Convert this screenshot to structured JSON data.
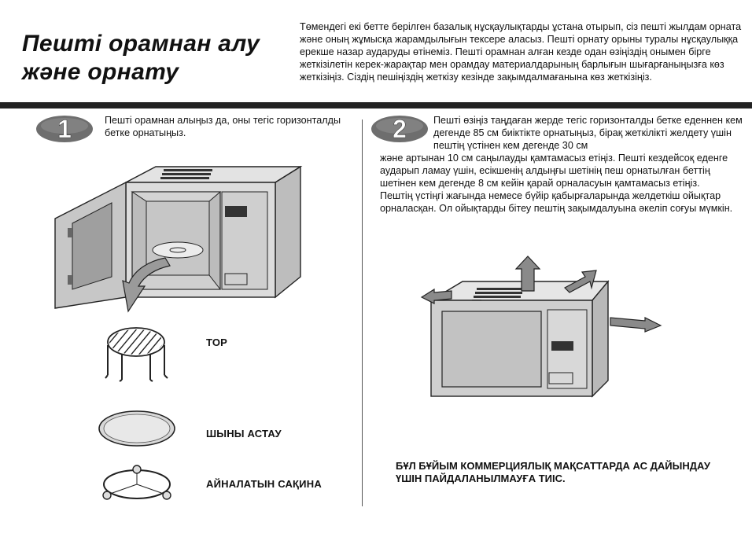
{
  "header": {
    "title_line1": "Пешті орамнан алу",
    "title_line2": "және орнату",
    "intro": "Төмендегі екі бетте берілген базалық нұсқаулықтарды ұстана отырып, сіз пешті жылдам орната және оның жұмысқа жарамдылығын тексере аласыз. Пешті орнату орыны туралы нұсқаулыққа ерекше назар аударуды өтінеміз. Пешті орамнан алған кезде одан өзіңіздің онымен бірге жеткізілетін керек-жарақтар мен орамдау материалдарының барлығын шығарғаныңызға көз жеткізіңіз. Сіздің пешіңіздің жеткізу кезінде зақымдалмағанына көз жеткізіңіз."
  },
  "step1": {
    "number": "1",
    "text": "Пешті орамнан алыңыз да, оны тегіс горизонталды бетке орнатыңыз.",
    "parts": {
      "rack": "ТОР",
      "tray": "ШЫНЫ АСТАУ",
      "ring": "АЙНАЛАТЫН САҚИНА"
    }
  },
  "step2": {
    "number": "2",
    "head": "Пешті өзіңіз таңдаған жерде тегіс горизонталды бетке еденнен кем дегенде 85 см биіктікте орнатыңыз, бірақ жеткілікті желдету үшін пештің үстінен кем дегенде 30 см",
    "body1": "және артынан 10 см саңылауды қамтамасыз етіңіз. Пешті кездейсоқ еденге аударып ламау үшін, есікшенің алдыңғы шетінің пеш орнатылған беттің шетінен кем дегенде 8 см кейін қарай орналасуын қамтамасыз етіңіз.",
    "body2": "Пештің үстіңгі жағында немесе бүйір қабырғаларында желдеткіш ойықтар орналасқан. Ол ойықтарды бітеу пештің зақымдалуына әкеліп соғуы мүмкін.",
    "warning": "БҰЛ БҰЙЫМ КОММЕРЦИЯЛЫҚ МАҚСАТТАРДА АС ДАЙЫНДАУ ҮШІН ПАЙДАЛАНЫЛМАУҒА ТИІС."
  }
}
